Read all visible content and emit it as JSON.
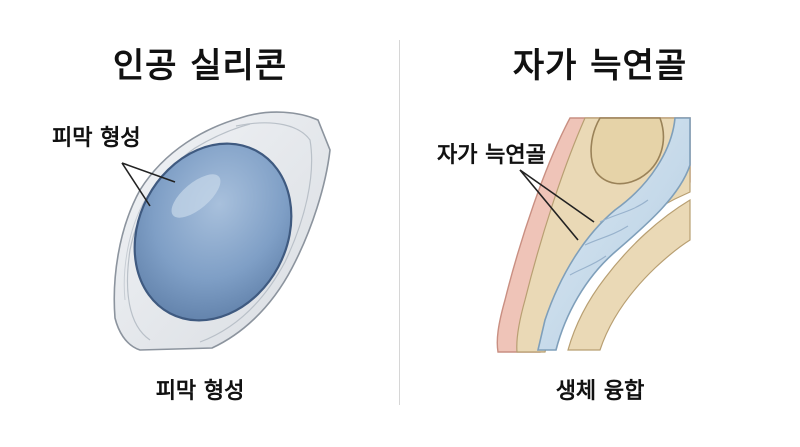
{
  "left_panel": {
    "title": "인공 실리콘",
    "callout": "피막 형성",
    "caption": "피막 형성"
  },
  "right_panel": {
    "title": "자가 늑연골",
    "callout": "자가 늑연골",
    "caption": "생체 융합"
  },
  "colors": {
    "implant_blue": "#7f9fc6",
    "capsule_gray": "#e3e6ea",
    "skin_pink": "#efc4b8",
    "tissue_beige": "#ead9b6",
    "cartilage_blue": "#c9dcea"
  }
}
